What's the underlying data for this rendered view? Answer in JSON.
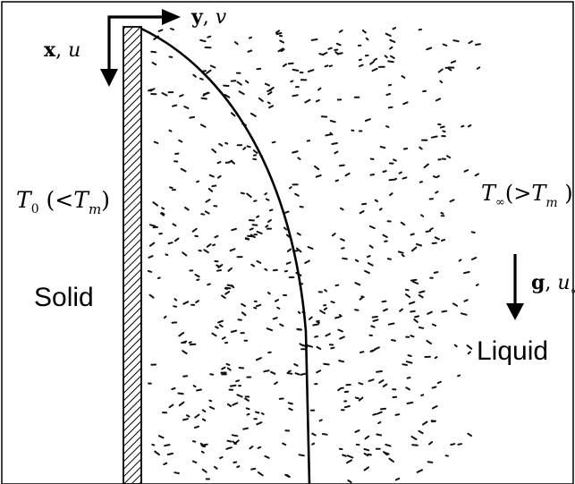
{
  "axes": {
    "x_axis": {
      "var": "x",
      "sep": ", ",
      "vel": "u"
    },
    "y_axis": {
      "var": "y",
      "sep": ", ",
      "vel": "v"
    }
  },
  "wall_temperature": {
    "T": "T",
    "sub": "0",
    "open": " (<",
    "m_T": "T",
    "m_sub": "m",
    "close": ")"
  },
  "ambient_temperature": {
    "T": "T",
    "sub": "∞",
    "open": "(>",
    "m_T": "T",
    "m_sub": "m",
    "close": " )"
  },
  "gravity": {
    "g": "g",
    "sep": ", ",
    "u": "u",
    "sub": "∞"
  },
  "regions": {
    "solid": "Solid",
    "liquid": "Liquid"
  }
}
